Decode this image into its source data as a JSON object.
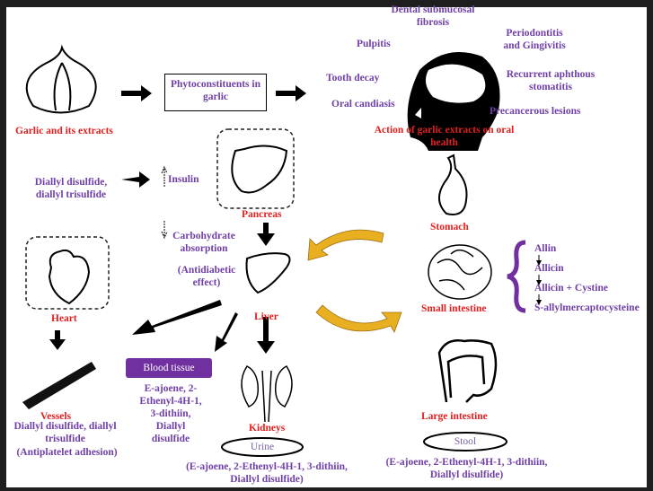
{
  "title_garlic": "Garlic and its extracts",
  "phyto_box": "Phytoconstituents in garlic",
  "oral": {
    "title": "Action of garlic extracts on oral health",
    "conditions": [
      "Dental submucosal fibrosis",
      "Pulpitis",
      "Tooth decay",
      "Oral candiasis",
      "Periodontitis and Gingivitis",
      "Recurrent aphthous stomatitis",
      "Precancerous lesions"
    ]
  },
  "pancreas": {
    "label": "Pancreas",
    "compounds": "Diallyl disulfide, diallyl trisulfide",
    "effect": "Insulin"
  },
  "liver": {
    "label": "Liver",
    "effect1": "Carbohydrate absorption",
    "effect2": "(Antidiabetic effect)"
  },
  "heart": {
    "label": "Heart"
  },
  "vessels": {
    "label": "Vessels",
    "compounds": "Diallyl disulfide, diallyl trisulfide",
    "effect": "(Antiplatelet adhesion)"
  },
  "blood": {
    "label": "Blood tissue",
    "compounds": "E-ajoene, 2-Ethenyl-4H-1, 3-dithiin, Diallyl disulfide"
  },
  "kidneys": {
    "label": "Kidneys",
    "excretion": "Urine",
    "compounds": "(E-ajoene, 2-Ethenyl-4H-1, 3-dithiin, Diallyl disulfide)"
  },
  "stomach": {
    "label": "Stomach"
  },
  "small_intestine": {
    "label": "Small intestine",
    "conversion": [
      "Allin",
      "Allicin",
      "Allicin + Cystine",
      "S-allylmercaptocysteine"
    ]
  },
  "large_intestine": {
    "label": "Large intestine",
    "excretion": "Stool",
    "compounds": "(E-ajoene, 2-Ethenyl-4H-1, 3-dithiin, Diallyl disulfide)"
  },
  "colors": {
    "label_red": "#e02020",
    "text_purple": "#7040a8",
    "blood_box": "#7030a0",
    "cycle_arrow": "#e8b020"
  }
}
